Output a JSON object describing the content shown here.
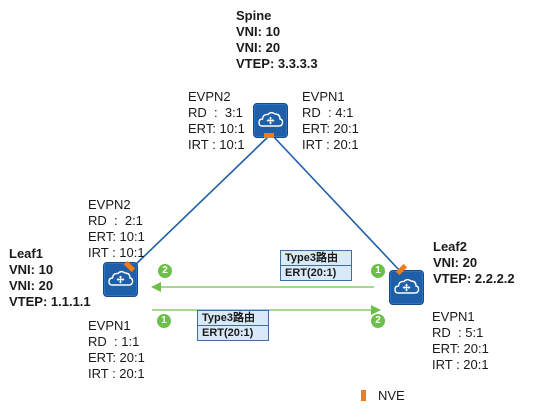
{
  "colors": {
    "device": "#1f5fa8",
    "link": "#1f5fa8",
    "nve": "#f07c1f",
    "arrow": "#6cc04a",
    "route_box": "#d9e9f7"
  },
  "spine": {
    "name": "Spine",
    "vni_1": "VNI: 10",
    "vni_2": "VNI: 20",
    "vtep": "VTEP: 3.3.3.3",
    "evpn2": [
      "EVPN2",
      "RD  :  3:1",
      "ERT: 10:1",
      "IRT : 10:1"
    ],
    "evpn1": [
      "EVPN1",
      "RD  : 4:1",
      "ERT: 20:1",
      "IRT : 20:1"
    ],
    "icon": "router-cloud-icon"
  },
  "leaf1": {
    "name": "Leaf1",
    "vni_1": "VNI: 10",
    "vni_2": "VNI: 20",
    "vtep": "VTEP: 1.1.1.1",
    "evpn2": [
      "EVPN2",
      "RD  :  2:1",
      "ERT: 10:1",
      "IRT : 10:1"
    ],
    "evpn1": [
      "EVPN1",
      "RD  : 1:1",
      "ERT: 20:1",
      "IRT : 20:1"
    ],
    "icon": "router-cloud-icon"
  },
  "leaf2": {
    "name": "Leaf2",
    "vni_1": "VNI: 20",
    "vtep": "VTEP: 2.2.2.2",
    "evpn1": [
      "EVPN1",
      "RD  : 5:1",
      "ERT: 20:1",
      "IRT : 20:1"
    ],
    "icon": "router-cloud-icon"
  },
  "routes": {
    "upper": {
      "title": "Type3路由",
      "value": "ERT(20:1)",
      "step_left": "2",
      "step_right": "1"
    },
    "lower": {
      "title": "Type3路由",
      "value": "ERT(20:1)",
      "step_left": "1",
      "step_right": "2"
    }
  },
  "legend": {
    "label": "NVE"
  }
}
